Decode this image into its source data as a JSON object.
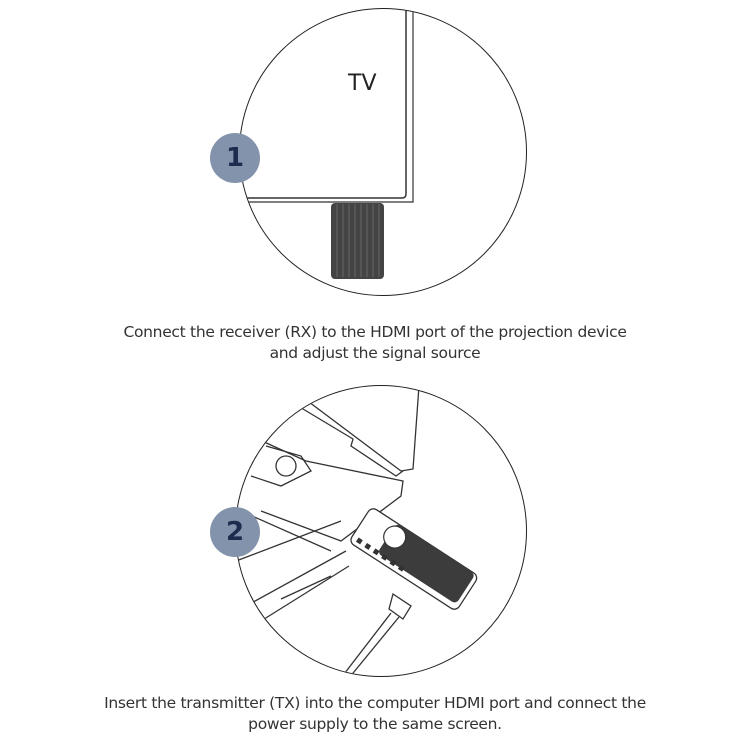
{
  "steps": [
    {
      "number": "1",
      "illustration": "tv-hdmi-receiver",
      "label": "TV",
      "caption_line1": "Connect the receiver (RX) to the HDMI port of the projection device",
      "caption_line2": "and adjust the signal source"
    },
    {
      "number": "2",
      "illustration": "laptop-hdmi-transmitter",
      "caption_line1": "Insert the transmitter (TX) into the computer HDMI port and connect the",
      "caption_line2": "power supply to the same screen."
    }
  ],
  "colors": {
    "badge_bg": "#8393ab",
    "badge_text": "#1d2b4f",
    "device": "#3a3a3a"
  }
}
